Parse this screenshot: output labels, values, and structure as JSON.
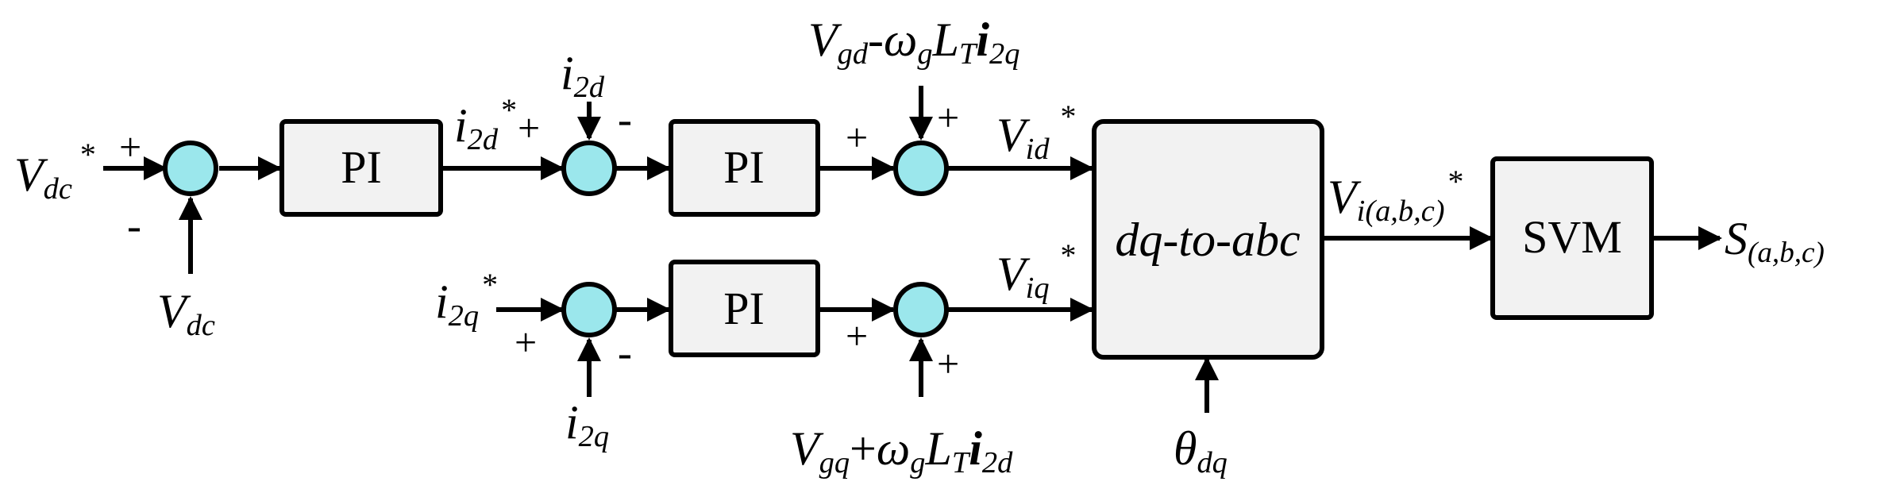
{
  "blocks": {
    "pi_vdc": "PI",
    "pi_id": "PI",
    "pi_iq": "PI",
    "dq_to_abc": "dq-to-abc",
    "svm": "SVM"
  },
  "labels": {
    "vdc_ref": {
      "main": "V",
      "sub": "dc",
      "sup": "*"
    },
    "vdc_meas": {
      "main": "V",
      "sub": "dc"
    },
    "i2d_ref": {
      "main": "i",
      "sub": "2d",
      "sup": "*"
    },
    "i2d_meas": {
      "main": "i",
      "sub": "2d"
    },
    "i2q_ref": {
      "main": "i",
      "sub": "2q",
      "sup": "*"
    },
    "i2q_meas": {
      "main": "i",
      "sub": "2q"
    },
    "vid_ref": {
      "main": "V",
      "sub": "id",
      "sup": "*"
    },
    "viq_ref": {
      "main": "V",
      "sub": "iq",
      "sup": "*"
    },
    "vi_abc_ref": {
      "main": "V",
      "sub": "i(a,b,c)",
      "sup": "*"
    },
    "s_abc": {
      "main": "S",
      "sub": "(a,b,c)"
    },
    "theta": {
      "main": "θ",
      "sub": "dq"
    },
    "ff_d": {
      "v": "V",
      "v_sub": "gd",
      "op": "-",
      "w": "ω",
      "w_sub": "g",
      "l": "L",
      "l_sub": "T",
      "i": "i",
      "i_sub": "2q"
    },
    "ff_q": {
      "v": "V",
      "v_sub": "gq",
      "op": "+",
      "w": "ω",
      "w_sub": "g",
      "l": "L",
      "l_sub": "T",
      "i": "i",
      "i_sub": "2d"
    }
  },
  "signs": {
    "s1_plus": "+",
    "s1_minus": "-",
    "s2_plus": "+",
    "s2_minus": "-",
    "s3_plus_left": "+",
    "s3_plus_top": "+",
    "s4_plus": "+",
    "s4_minus": "-",
    "s5_plus_left": "+",
    "s5_plus_bottom": "+"
  },
  "colors": {
    "summer_fill": "#9be7ec",
    "block_fill": "#f2f2f2",
    "line": "#000000"
  }
}
